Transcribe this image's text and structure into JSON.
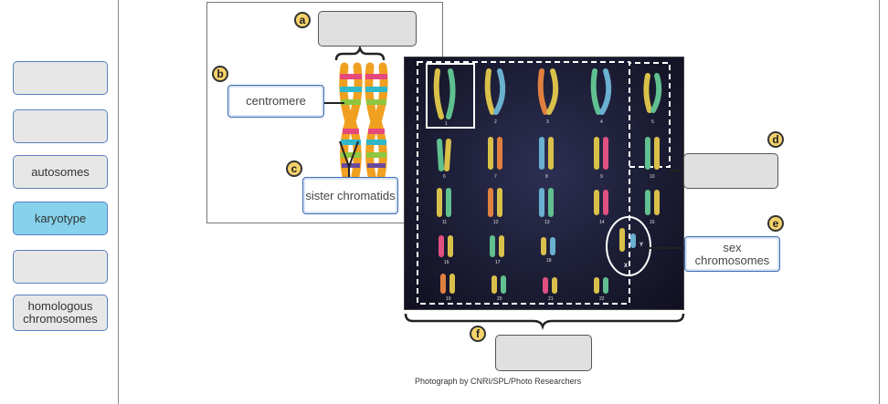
{
  "word_bank": [
    {
      "label": ""
    },
    {
      "label": ""
    },
    {
      "label": "autosomes"
    },
    {
      "label": "karyotype",
      "selected": true
    },
    {
      "label": ""
    },
    {
      "label": "homologous chromosomes"
    }
  ],
  "targets": {
    "a": {
      "badge": "a",
      "value": ""
    },
    "b": {
      "badge": "b",
      "value": "centromere"
    },
    "c": {
      "badge": "c",
      "value": "sister chromatids"
    },
    "d": {
      "badge": "d",
      "value": ""
    },
    "e": {
      "badge": "e",
      "value": "sex chromosomes"
    },
    "f": {
      "badge": "f",
      "value": ""
    }
  },
  "karyotype_numbers": [
    "1",
    "2",
    "3",
    "4",
    "5",
    "6",
    "7",
    "8",
    "9",
    "10",
    "11",
    "12",
    "13",
    "14",
    "15",
    "16",
    "17",
    "18",
    "19",
    "20",
    "21",
    "22"
  ],
  "sex_labels": {
    "y": "Y",
    "x": "X"
  },
  "credit": "Photograph by CNRI/SPL/Photo Researchers",
  "colors": {
    "selected": "#86d2ec",
    "empty": "#e7e7e7",
    "badge": "#f5d26a",
    "border": "#5a7fc2"
  }
}
